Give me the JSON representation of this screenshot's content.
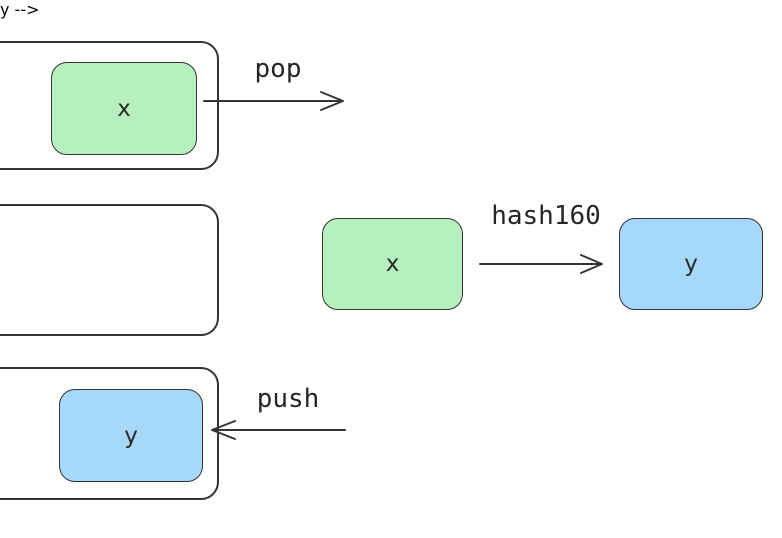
{
  "colors": {
    "green": "#b5f0be",
    "blue": "#a6d8fa",
    "stroke": "#343434"
  },
  "rows": {
    "pop": {
      "stack_item": "x",
      "arrow_label": "pop"
    },
    "transform": {
      "input": "x",
      "arrow_label": "hash160",
      "output": "y"
    },
    "push": {
      "stack_item": "y",
      "arrow_label": "push"
    }
  }
}
